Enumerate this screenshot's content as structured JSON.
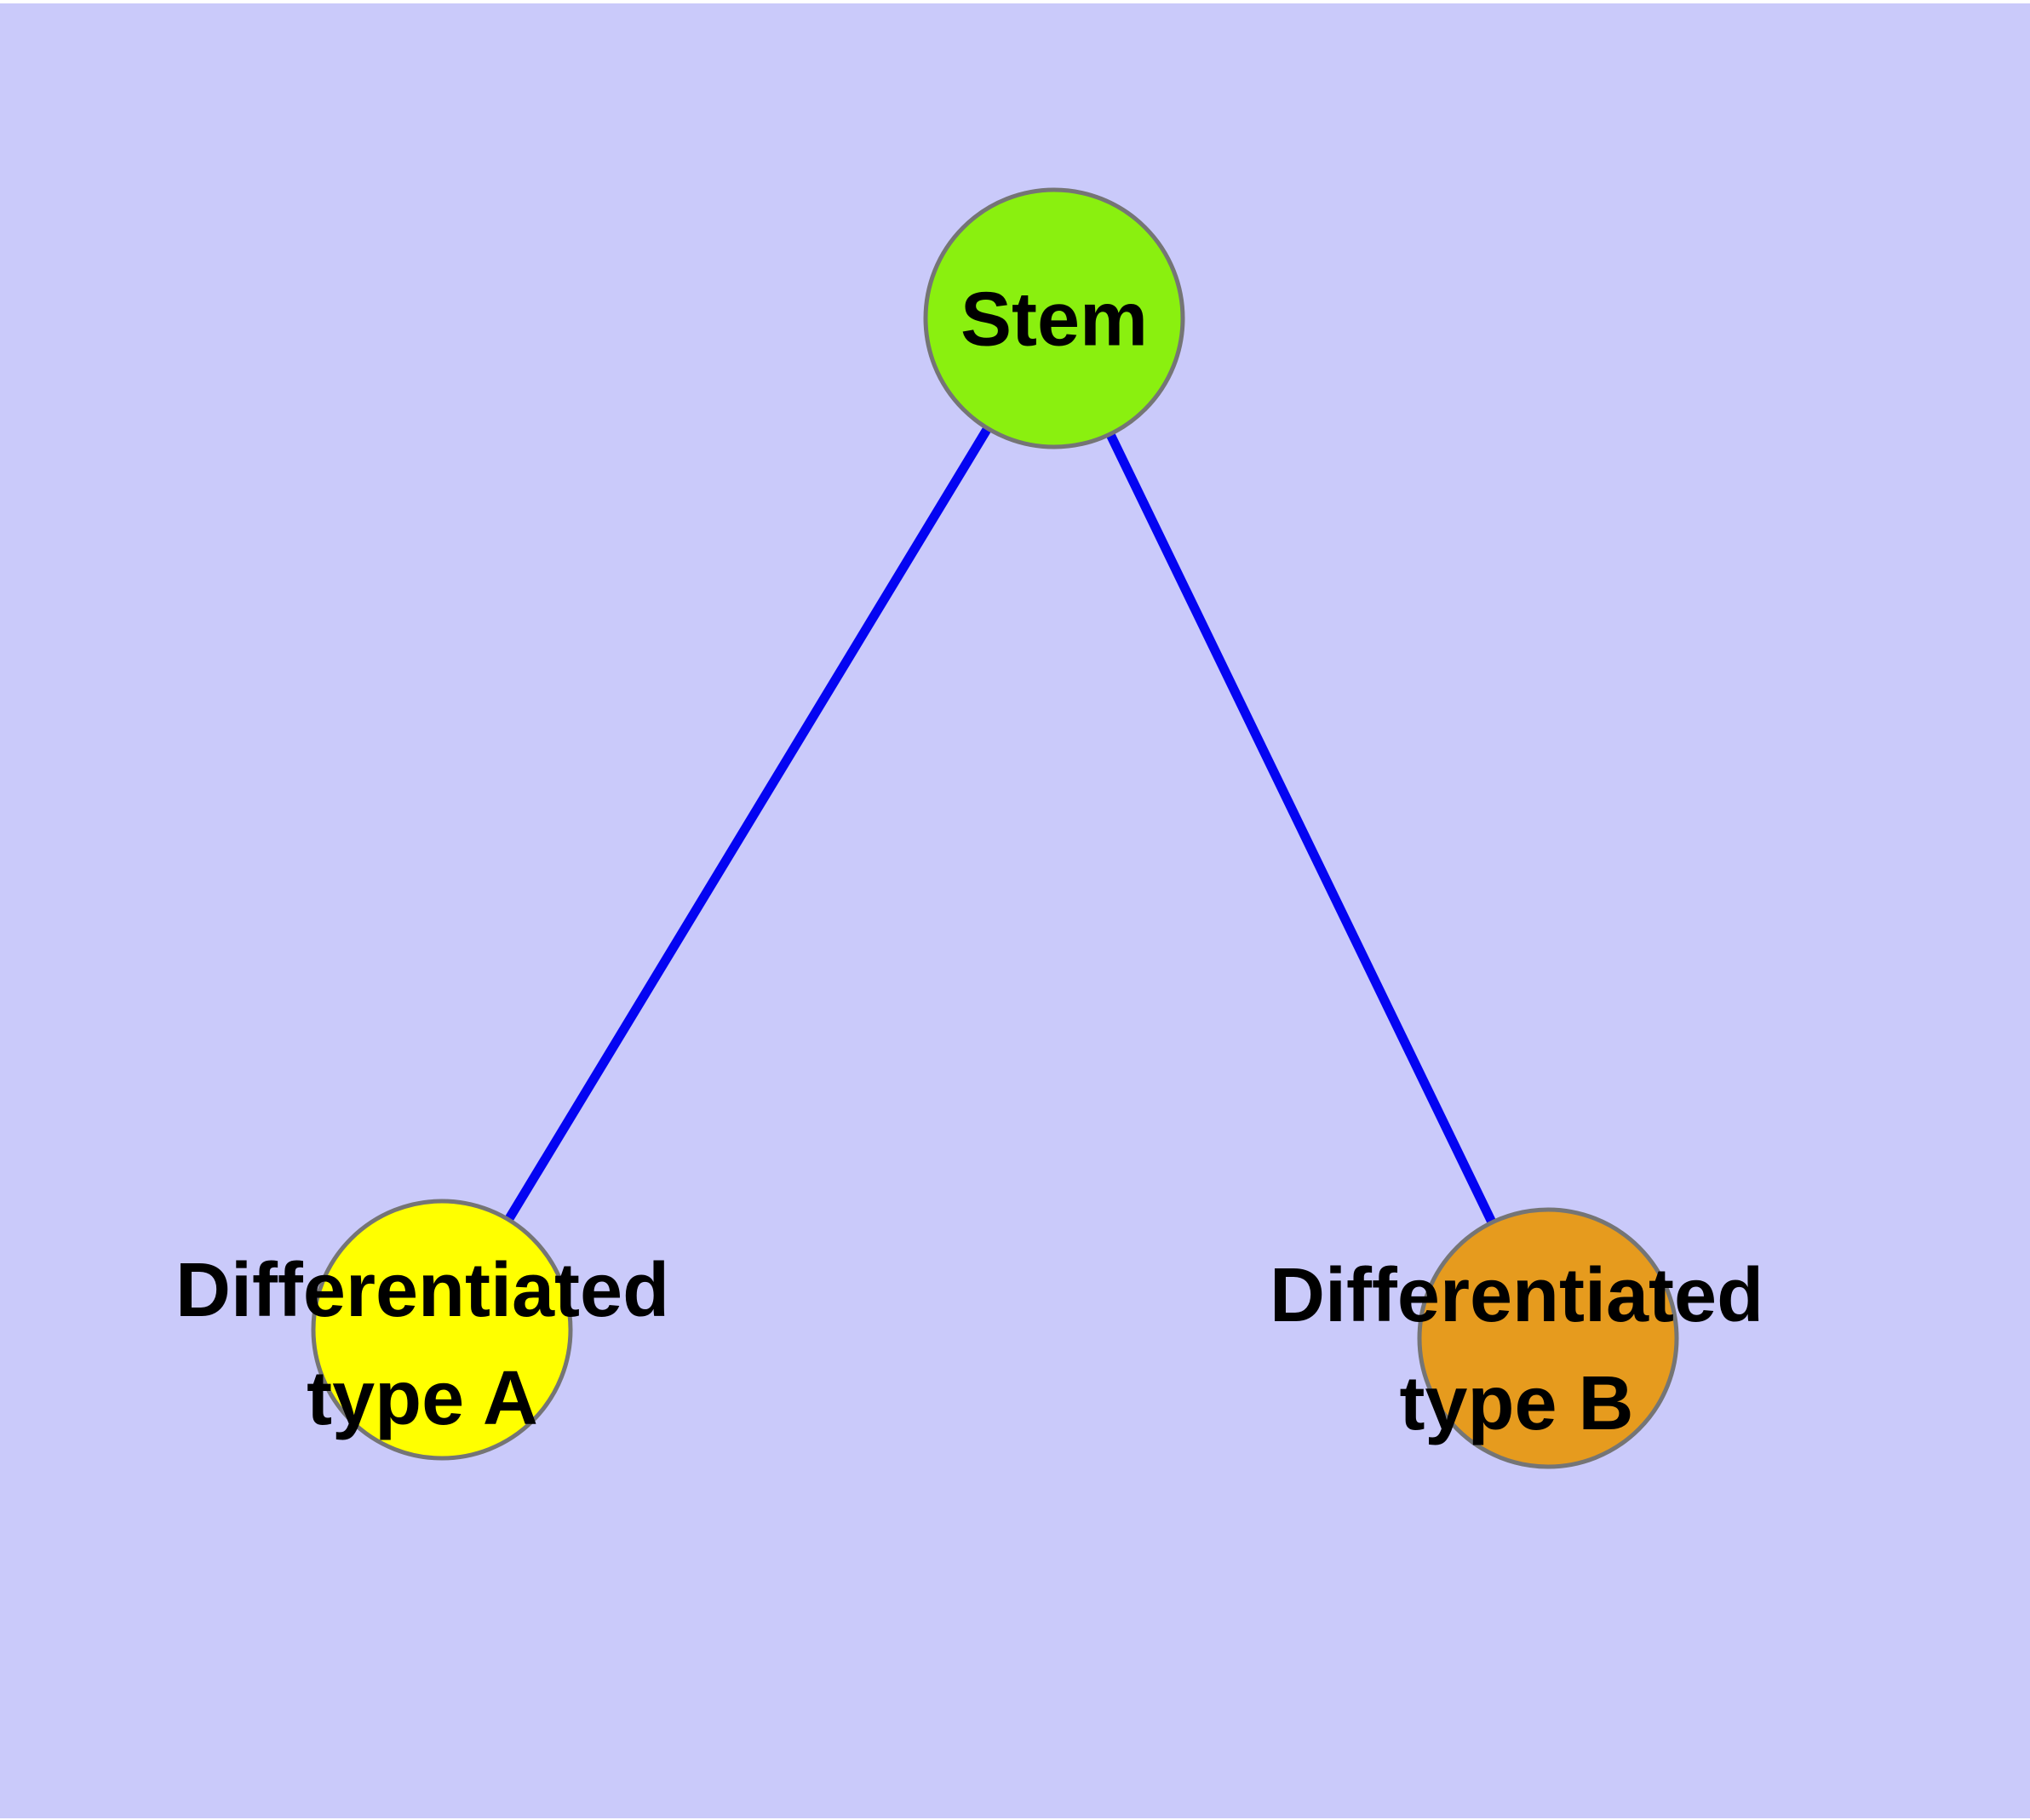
{
  "diagram": {
    "background_color": "#cacafa",
    "edge_color": "#0404f2",
    "node_border_color": "#757575",
    "label_color": "#000000",
    "nodes": [
      {
        "id": "stem",
        "lines": [
          "Stem"
        ],
        "fill": "#8af00f"
      },
      {
        "id": "differentiated-type-a",
        "lines": [
          "Differentiated",
          "type A"
        ],
        "fill": "#ffff00"
      },
      {
        "id": "differentiated-type-b",
        "lines": [
          "Differentiated",
          "type B"
        ],
        "fill": "#e69b1e"
      }
    ],
    "edges": [
      {
        "from": "Stem",
        "to": "Differentiated type A"
      },
      {
        "from": "Stem",
        "to": "Differentiated type B"
      }
    ]
  }
}
